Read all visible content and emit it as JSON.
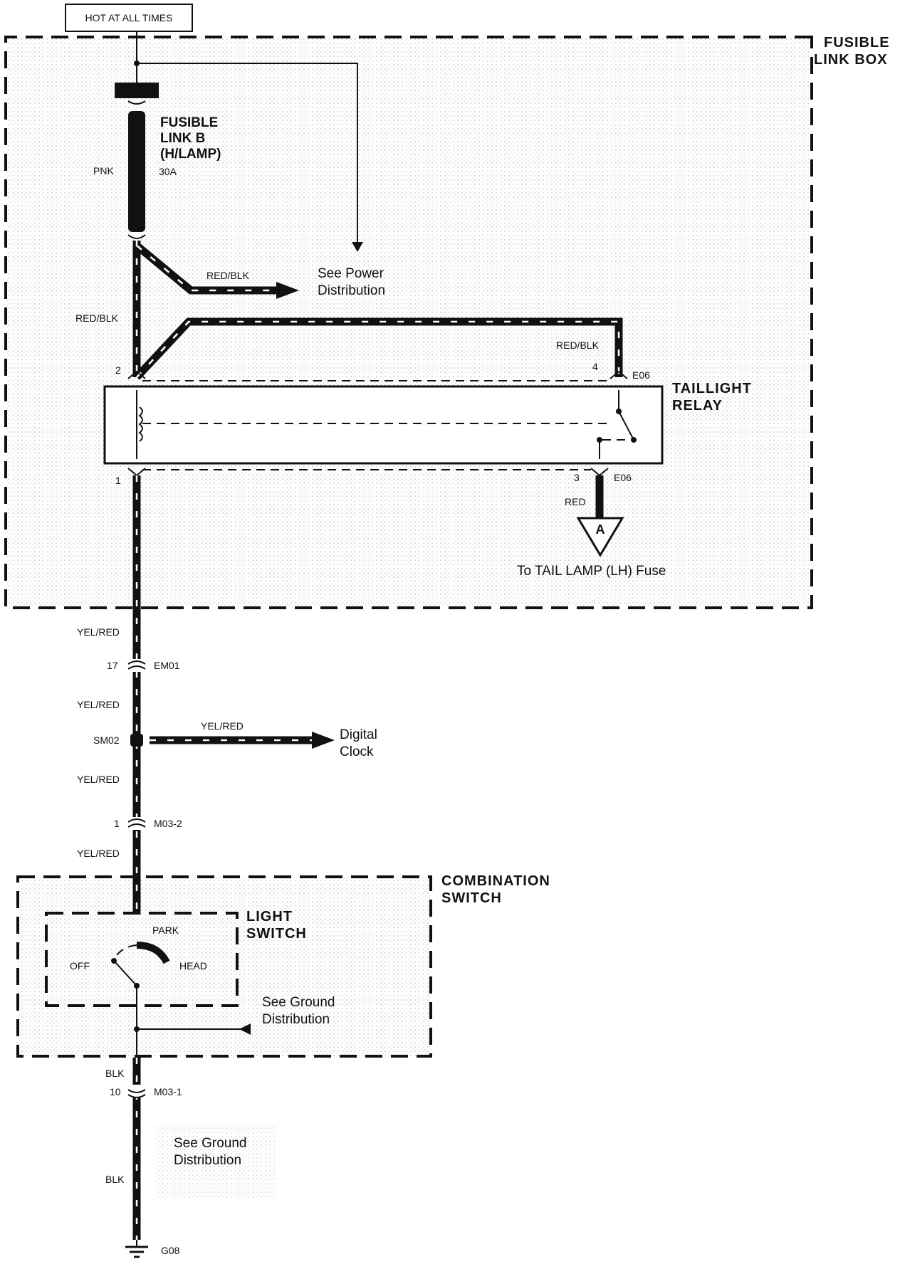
{
  "source": {
    "label": "HOT AT ALL TIMES"
  },
  "boxes": {
    "fusible_link_box": [
      "FUSIBLE",
      "LINK BOX"
    ],
    "combination_switch": [
      "COMBINATION",
      "SWITCH"
    ],
    "light_switch": [
      "LIGHT",
      "SWITCH"
    ]
  },
  "fusible_link": {
    "name": [
      "FUSIBLE",
      "LINK B",
      "(H/LAMP)"
    ],
    "rating": "30A",
    "wire": "PNK"
  },
  "power_branch": {
    "wire": "RED/BLK",
    "ref": [
      "See Power",
      "Distribution"
    ]
  },
  "relay": {
    "name": [
      "TAILLIGHT",
      "RELAY"
    ],
    "wire_in": "RED/BLK",
    "wire_switch": "RED/BLK",
    "pins": {
      "p2": "2",
      "p4": "4",
      "p1": "1",
      "p3": "3"
    },
    "connector_top": "E06",
    "connector_bottom": "E06",
    "out_wire": "RED",
    "out_marker": "A",
    "out_ref": "To TAIL LAMP (LH) Fuse"
  },
  "harness": {
    "wire_1": "YEL/RED",
    "em01_pin": "17",
    "em01_label": "EM01",
    "wire_2": "YEL/RED",
    "splice": "SM02",
    "clock_wire": "YEL/RED",
    "clock_ref": [
      "Digital",
      "Clock"
    ],
    "wire_3": "YEL/RED",
    "m032_pin": "1",
    "m032_label": "M03-2",
    "wire_4": "YEL/RED"
  },
  "light_switch": {
    "positions": {
      "park": "PARK",
      "off": "OFF",
      "head": "HEAD"
    },
    "ground_ref": [
      "See Ground",
      "Distribution"
    ]
  },
  "ground": {
    "wire_1": "BLK",
    "m031_pin": "10",
    "m031_label": "M03-1",
    "ref": [
      "See Ground",
      "Distribution"
    ],
    "wire_2": "BLK",
    "label": "G08"
  }
}
